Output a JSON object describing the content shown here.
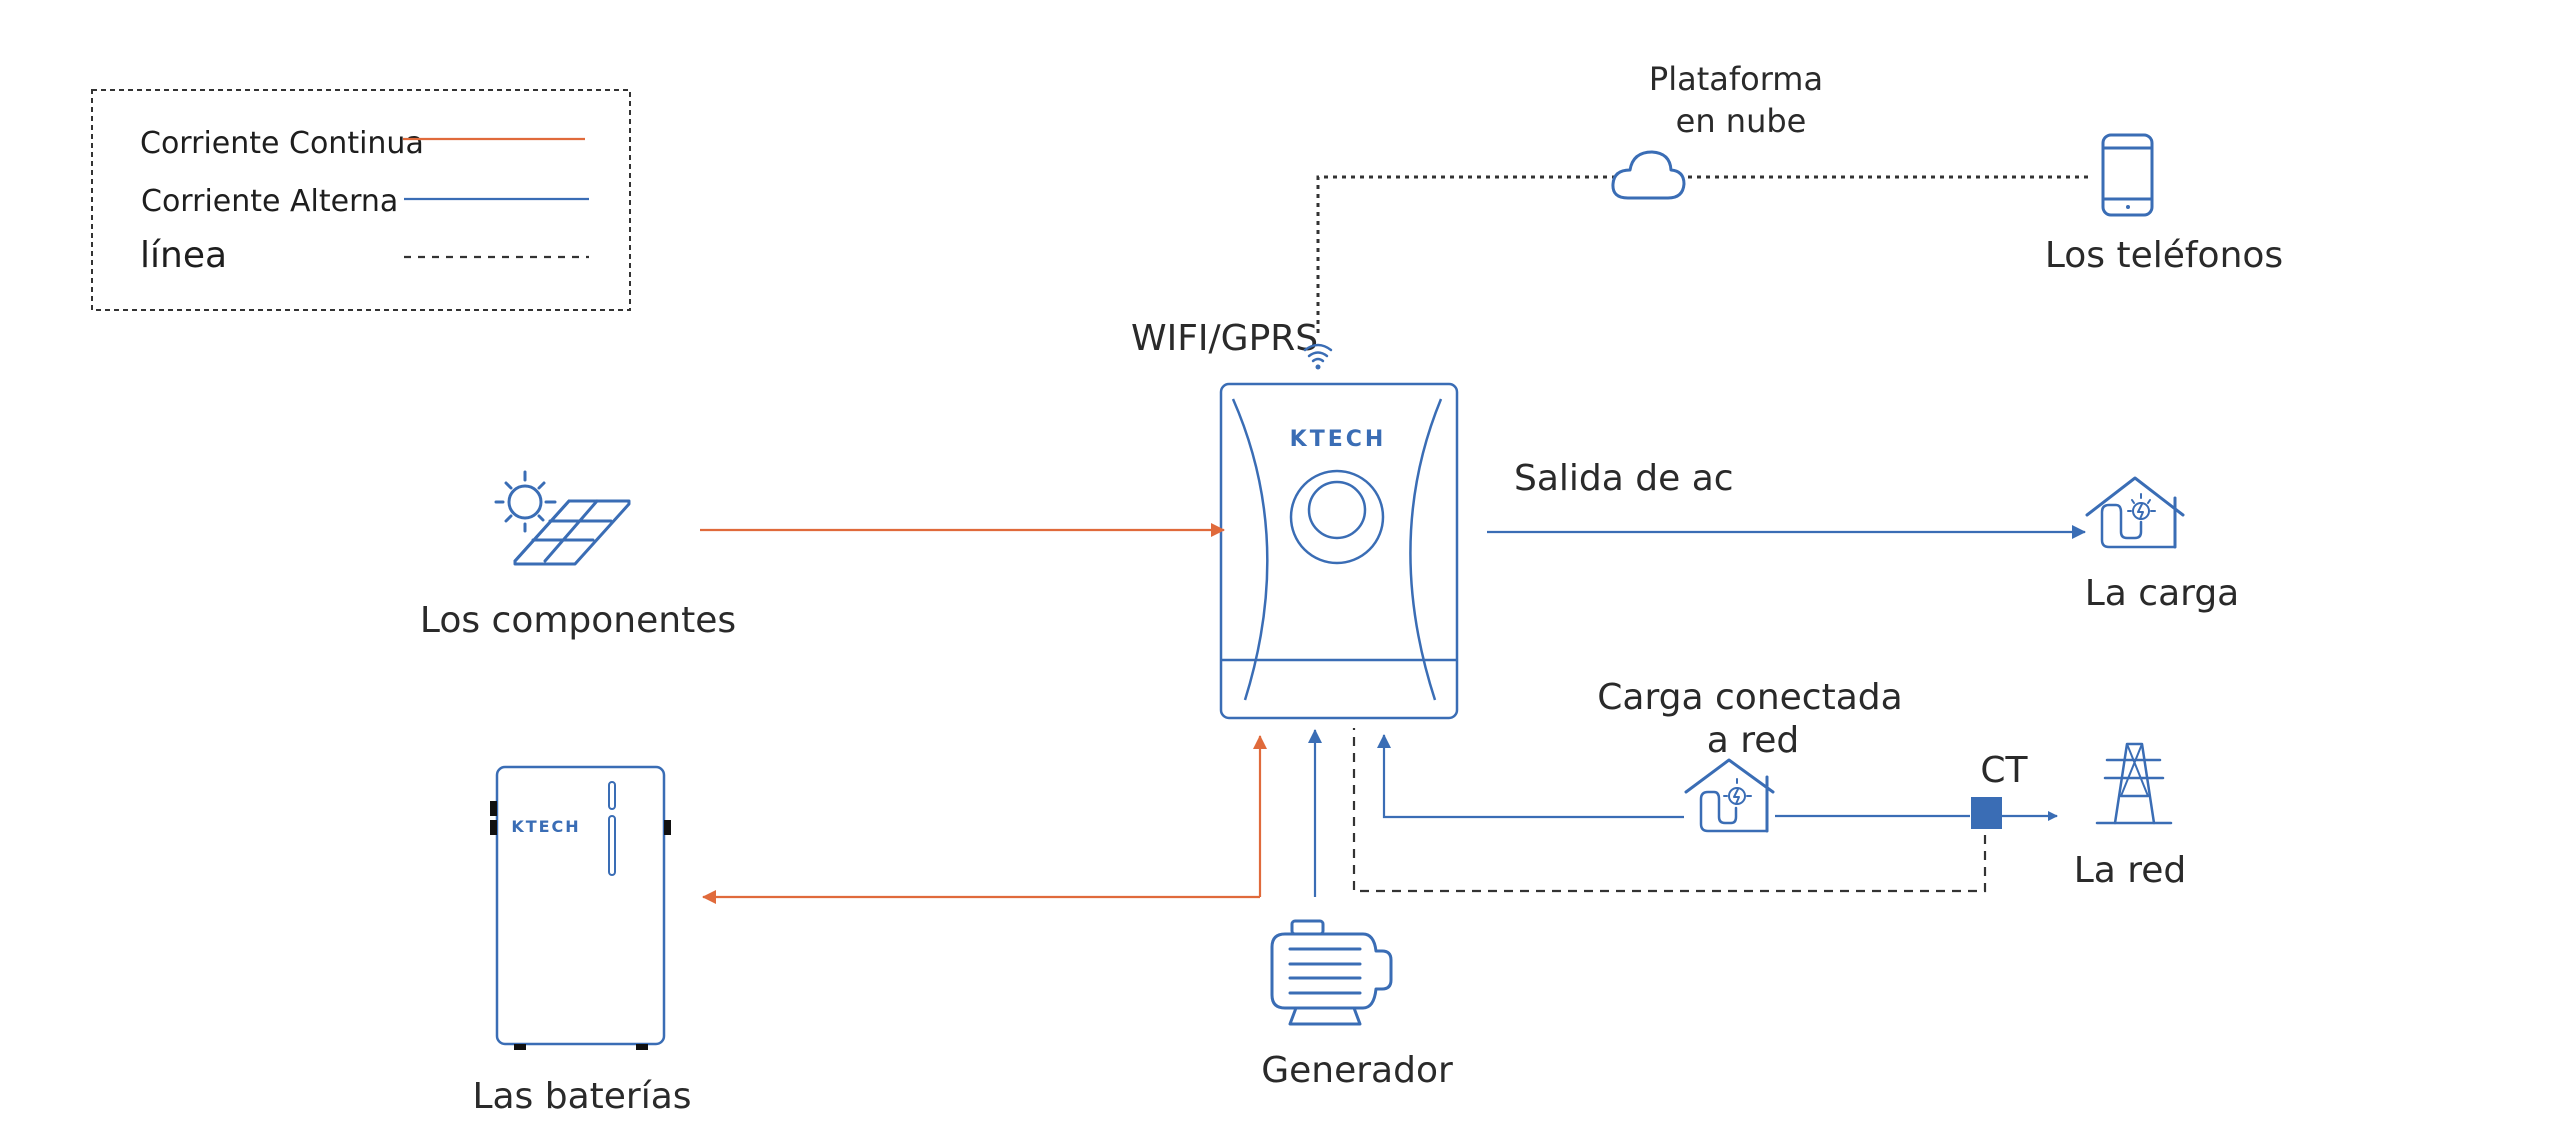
{
  "colors": {
    "dc": "#e06a3b",
    "ac": "#3a6db5",
    "comm_line": "#333333",
    "text": "#2a2a2a"
  },
  "legend": {
    "items": [
      {
        "label": "Corriente Continua",
        "style": "dc"
      },
      {
        "label": "Corriente Alterna",
        "style": "ac"
      },
      {
        "label": "línea",
        "style": "dashed"
      }
    ]
  },
  "nodes": {
    "cloud": {
      "label_line1": "Plataforma",
      "label_line2": "en nube",
      "icon": "cloud-icon"
    },
    "phones": {
      "label": "Los teléfonos",
      "icon": "phone-icon"
    },
    "wifi": {
      "label": "WIFI/GPRS",
      "icon": "wifi-icon"
    },
    "inverter": {
      "brand": "KTECH",
      "icon": "inverter-icon"
    },
    "pv": {
      "label": "Los componentes",
      "icon": "solar-panel-icon"
    },
    "ac_output": {
      "label": "Salida de ac"
    },
    "load": {
      "label": "La carga",
      "icon": "house-load-icon"
    },
    "grid_load": {
      "label_line1": "Carga conectada",
      "label_line2": "a red",
      "icon": "house-load-icon"
    },
    "ct": {
      "label": "CT"
    },
    "grid": {
      "label": "La red",
      "icon": "power-tower-icon"
    },
    "battery": {
      "label": "Las baterías",
      "brand": "KTECH",
      "icon": "battery-icon"
    },
    "generator": {
      "label": "Generador",
      "icon": "generator-icon"
    }
  }
}
